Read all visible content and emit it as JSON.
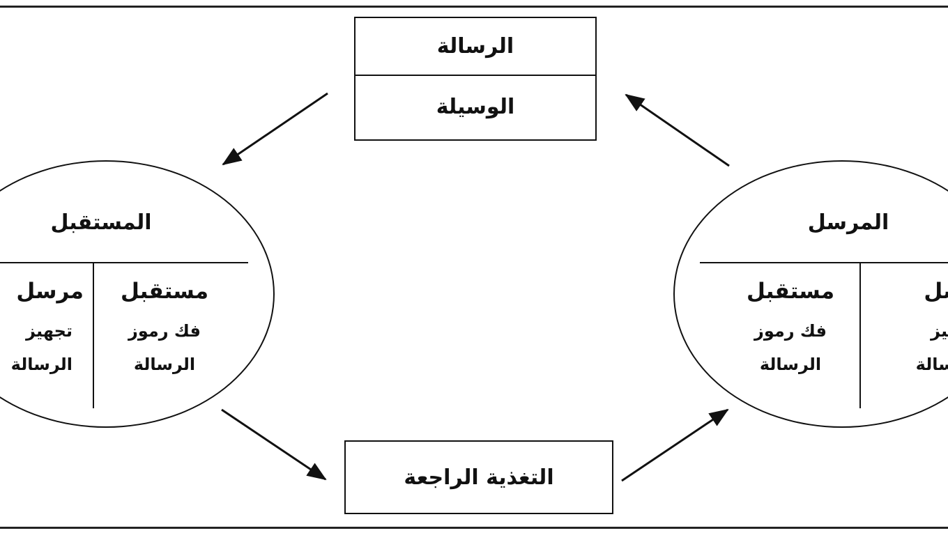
{
  "message_box": {
    "message": "الرسالة",
    "medium": "الوسيلة"
  },
  "feedback_box": {
    "label": "التغذية الراجعة"
  },
  "receiver": {
    "title": "المستقبل",
    "right_head": "مستقبل",
    "right_line1": "فك رموز",
    "right_line2": "الرسالة",
    "left_head": "مرسل",
    "left_line1": "تجهيز",
    "left_line2": "الرسالة"
  },
  "sender": {
    "title": "المرسل",
    "left_head": "مستقبل",
    "left_line1": "فك رموز",
    "left_line2": "الرسالة",
    "right_head": "مرسل",
    "right_line1": "تجهيز",
    "right_line2": "الرسالة"
  }
}
